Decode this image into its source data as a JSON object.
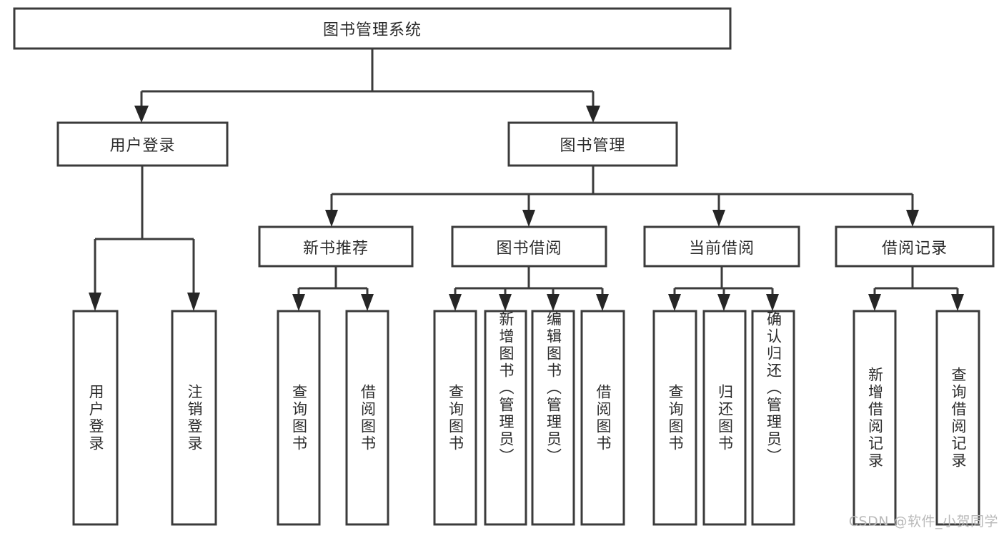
{
  "diagram": {
    "type": "tree-hierarchy-chart",
    "title": "图书管理系统",
    "orientation": "top-down",
    "colors": {
      "box_stroke": "#3b3b3b",
      "box_fill": "#ffffff",
      "connector": "#3b3b3b",
      "text": "#2b2b2b",
      "watermark": "#b9b9b9",
      "background": "#ffffff"
    },
    "root": {
      "label": "图书管理系统"
    },
    "level1": [
      {
        "id": "user-login",
        "label": "用户登录"
      },
      {
        "id": "book-management",
        "label": "图书管理"
      }
    ],
    "level2": [
      {
        "id": "new-book-recommend",
        "label": "新书推荐",
        "parent": "book-management"
      },
      {
        "id": "book-borrow",
        "label": "图书借阅",
        "parent": "book-management"
      },
      {
        "id": "current-borrow",
        "label": "当前借阅",
        "parent": "book-management"
      },
      {
        "id": "borrow-record",
        "label": "借阅记录",
        "parent": "book-management"
      }
    ],
    "leaves": {
      "user-login": [
        {
          "id": "leaf-user-login",
          "label": "用户登录"
        },
        {
          "id": "leaf-logout-login",
          "label": "注销登录"
        }
      ],
      "new-book-recommend": [
        {
          "id": "leaf-query-book-1",
          "label": "查询图书"
        },
        {
          "id": "leaf-borrow-book-1",
          "label": "借阅图书"
        }
      ],
      "book-borrow": [
        {
          "id": "leaf-query-book-2",
          "label": "查询图书"
        },
        {
          "id": "leaf-add-book",
          "label": "新增图书（管理员）"
        },
        {
          "id": "leaf-edit-book",
          "label": "编辑图书（管理员）"
        },
        {
          "id": "leaf-borrow-book-2",
          "label": "借阅图书"
        }
      ],
      "current-borrow": [
        {
          "id": "leaf-query-book-3",
          "label": "查询图书"
        },
        {
          "id": "leaf-return-book",
          "label": "归还图书"
        },
        {
          "id": "leaf-confirm-return",
          "label": "确认归还（管理员）"
        }
      ],
      "borrow-record": [
        {
          "id": "leaf-add-record",
          "label": "新增借阅记录"
        },
        {
          "id": "leaf-query-record",
          "label": "查询借阅记录"
        }
      ]
    }
  },
  "watermark": {
    "text": "CSDN @软件_小贺同学"
  }
}
